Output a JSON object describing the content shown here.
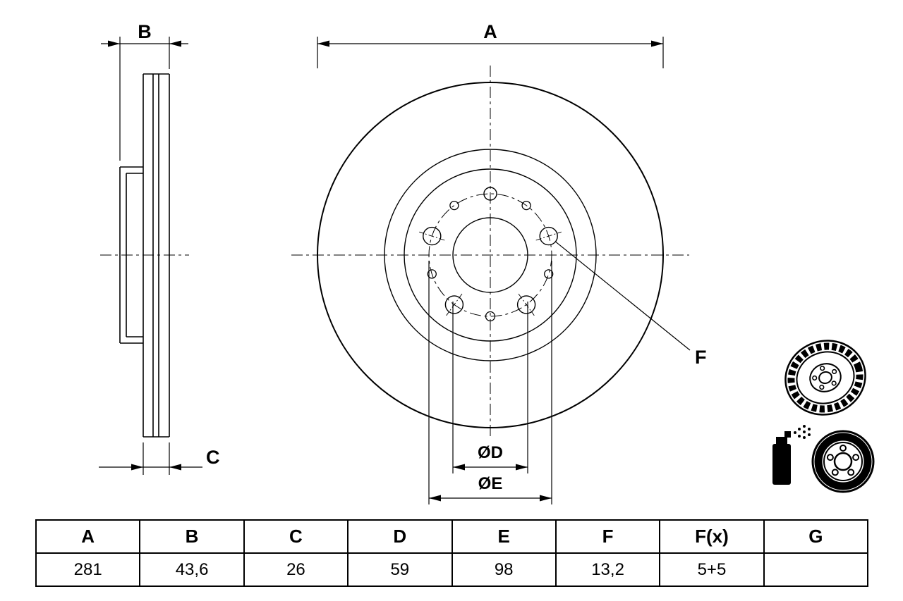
{
  "colors": {
    "line": "#000000",
    "background": "#ffffff"
  },
  "drawing": {
    "dim_a": "A",
    "dim_b": "B",
    "dim_c": "C",
    "dim_d": "ØD",
    "dim_e": "ØE",
    "dim_f": "F"
  },
  "table": {
    "headers": [
      "A",
      "B",
      "C",
      "D",
      "E",
      "F",
      "F(x)",
      "G"
    ],
    "values": [
      "281",
      "43,6",
      "26",
      "59",
      "98",
      "13,2",
      "5+5",
      ""
    ]
  }
}
